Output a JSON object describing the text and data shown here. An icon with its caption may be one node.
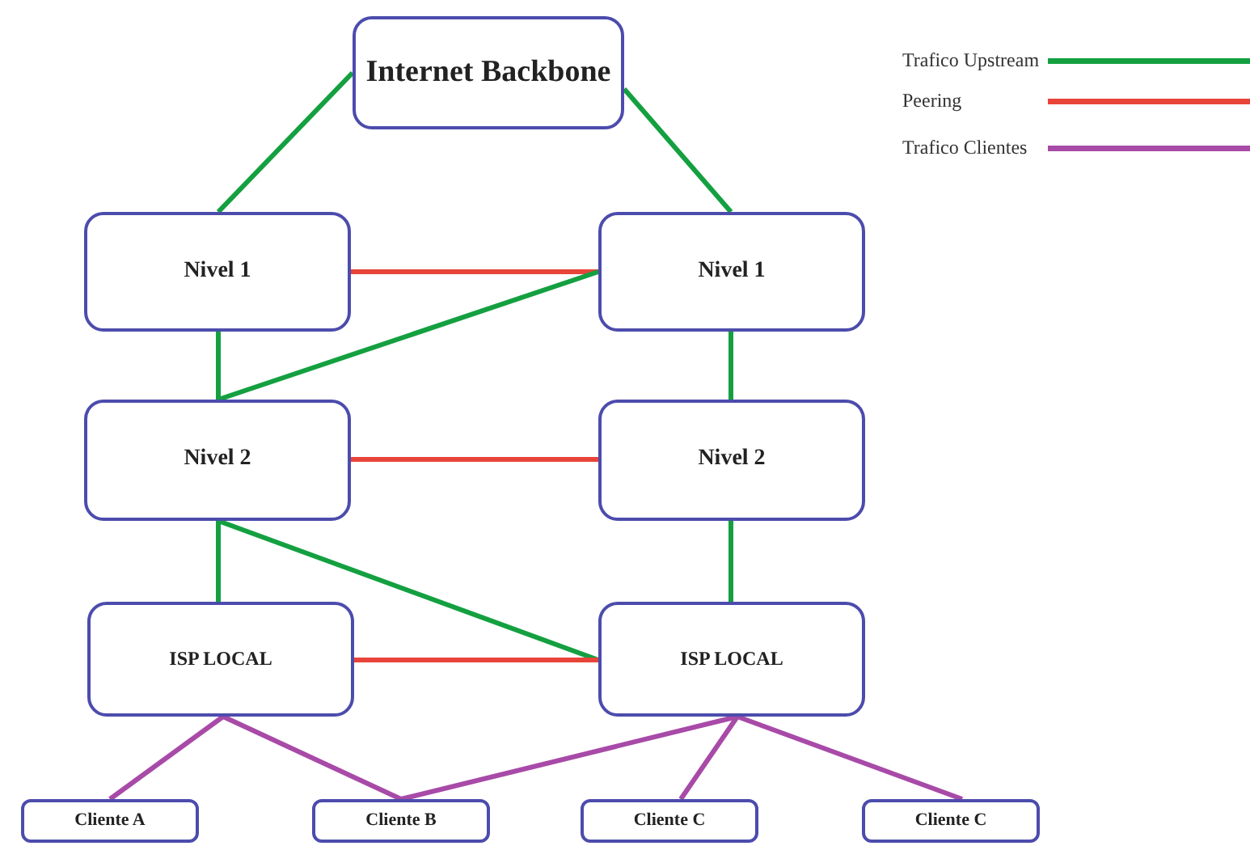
{
  "diagram": {
    "nodes": [
      {
        "text": [
          "Internet Backbone"
        ]
      },
      {
        "text": [
          "Nivel 1"
        ]
      },
      {
        "text": [
          "Nivel 1"
        ]
      },
      {
        "text": [
          "Nivel 2"
        ]
      },
      {
        "text": [
          "Nivel 2"
        ]
      },
      {
        "text": [
          "ISP LOCAL"
        ]
      },
      {
        "text": [
          "ISP LOCAL"
        ]
      },
      {
        "text": [
          "Cliente A"
        ]
      },
      {
        "text": [
          "Cliente B"
        ]
      },
      {
        "text": [
          "Cliente C"
        ]
      },
      {
        "text": [
          "Cliente C"
        ]
      }
    ],
    "edges": [
      {
        "from": 0,
        "to": 1,
        "arrow": "none"
      },
      {
        "from": 0,
        "to": 2,
        "arrow": "none"
      },
      {
        "from": 1,
        "to": 2,
        "arrow": "none",
        "color": "#e8443a"
      },
      {
        "from": 1,
        "to": 3,
        "arrow": "none"
      },
      {
        "from": 2,
        "to": 3,
        "arrow": "none"
      },
      {
        "from": 2,
        "to": 4,
        "arrow": "none"
      },
      {
        "from": 3,
        "to": 4,
        "arrow": "none",
        "color": "#e8443a"
      },
      {
        "from": 3,
        "to": 5,
        "arrow": "none"
      },
      {
        "from": 3,
        "to": 6,
        "arrow": "none"
      },
      {
        "from": 4,
        "to": 6,
        "arrow": "none"
      },
      {
        "from": 5,
        "to": 6,
        "arrow": "none",
        "color": "#e8443a"
      },
      {
        "from": 5,
        "to": 7,
        "arrow": "none",
        "color": "#a84aa8"
      },
      {
        "from": 5,
        "to": 8,
        "arrow": "none",
        "color": "#a84aa8"
      },
      {
        "from": 6,
        "to": 8,
        "arrow": "none",
        "color": "#a84aa8"
      },
      {
        "from": 6,
        "to": 9,
        "arrow": "none",
        "color": "#a84aa8"
      },
      {
        "from": 6,
        "to": 10,
        "arrow": "none",
        "color": "#a84aa8"
      }
    ],
    "legend": [
      {
        "text": "Trafico Upstream"
      },
      {
        "text": "Peering"
      },
      {
        "text": "Trafico Clientes"
      }
    ]
  }
}
